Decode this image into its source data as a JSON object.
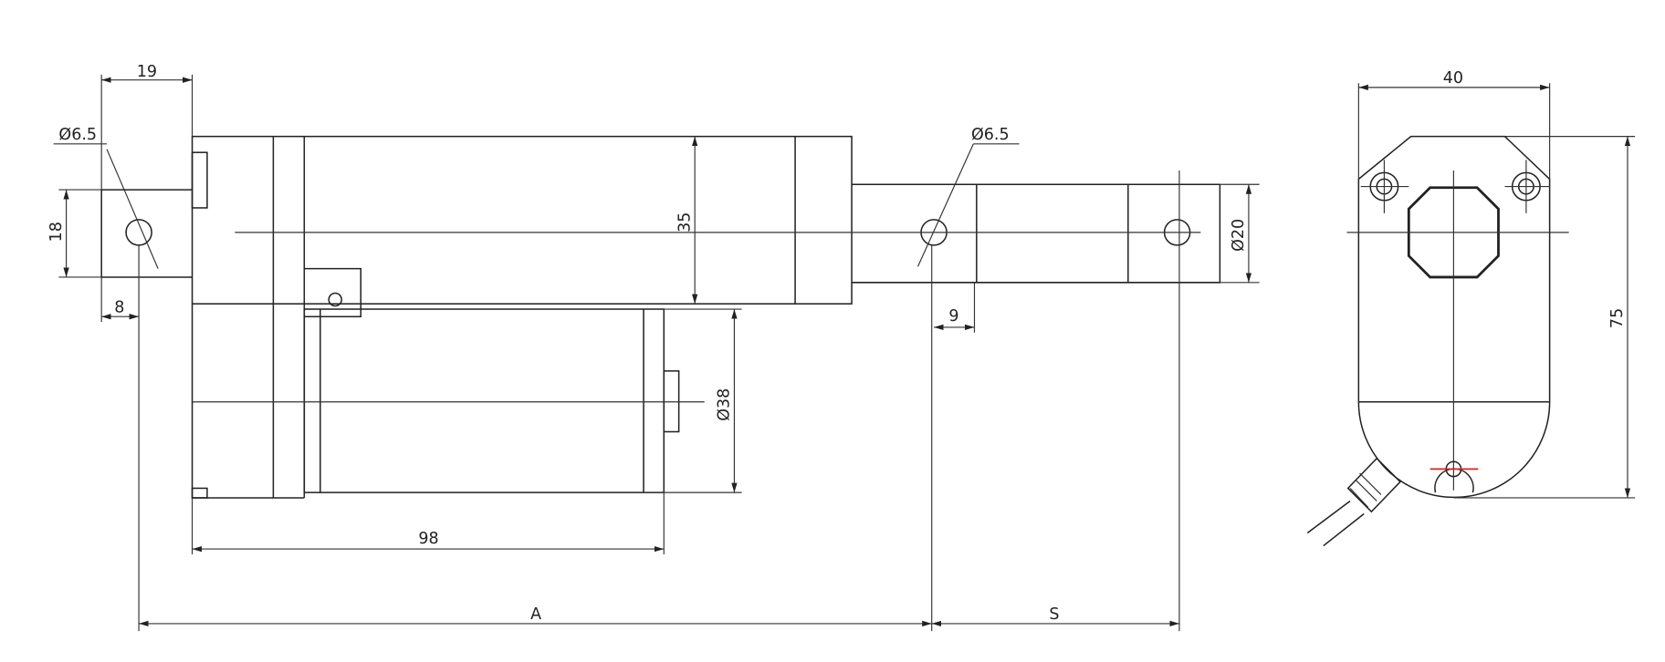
{
  "drawing": {
    "dimensions": {
      "clevis_width": "19",
      "clevis_hole": "Ø6.5",
      "clevis_height": "18",
      "clevis_hole_offset": "8",
      "body_height": "35",
      "rod_hole": "Ø6.5",
      "rod_diameter": "Ø20",
      "rod_hole_offset": "9",
      "motor_diameter": "Ø38",
      "motor_length": "98",
      "retracted_length": "A",
      "stroke": "S",
      "end_width": "40",
      "end_height": "75"
    },
    "colors": {
      "line": "#222222",
      "marker": "#e02020"
    }
  }
}
